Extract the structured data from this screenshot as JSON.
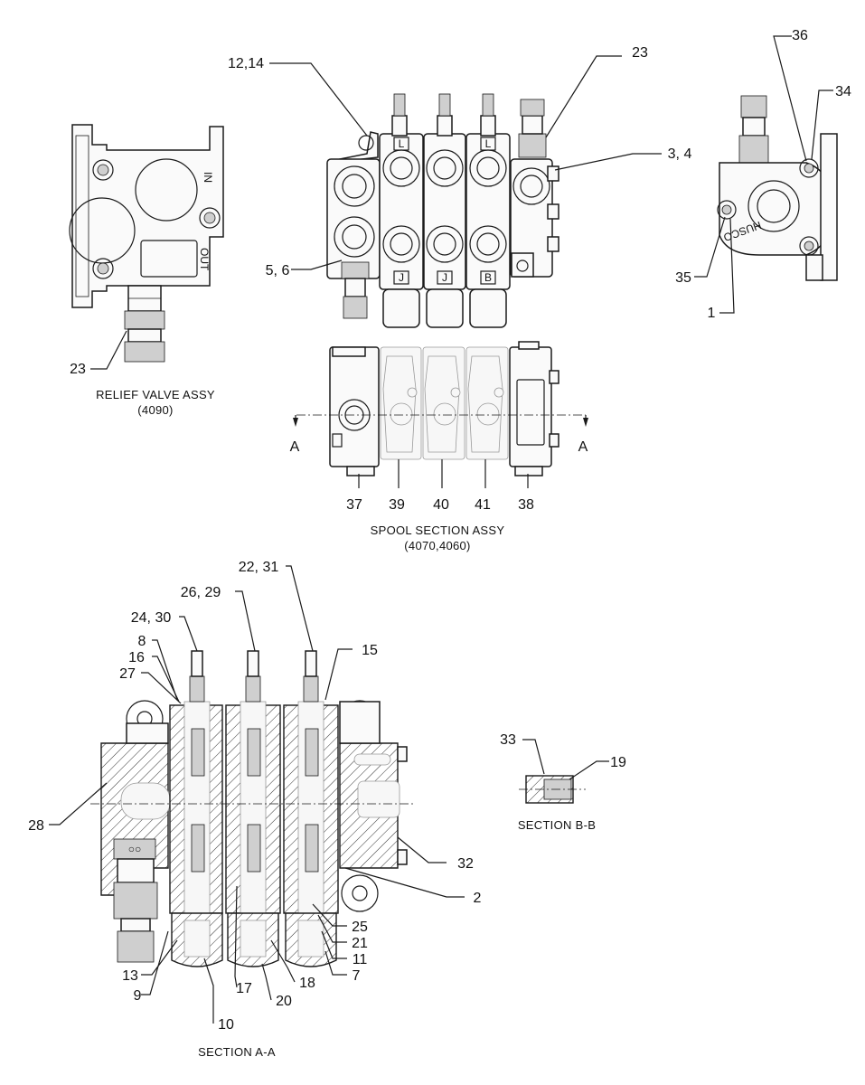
{
  "captions": {
    "relief_valve": "RELIEF VALVE ASSY",
    "relief_valve_code": "(4090)",
    "spool_section": "SPOOL SECTION ASSY",
    "spool_section_code": "(4070,4060)",
    "section_aa": "SECTION A-A",
    "section_bb": "SECTION B-B",
    "section_marker": "A"
  },
  "body_marks": {
    "in": "IN",
    "out": "OUT",
    "brand": "HUSCO",
    "spool_top": "L",
    "spool_bottom_1": "J",
    "spool_bottom_3": "B"
  },
  "callouts": {
    "c12_14": "12,14",
    "c23_top": "23",
    "c3_4": "3, 4",
    "c5_6": "5, 6",
    "c23_left": "23",
    "c36": "36",
    "c34": "34",
    "c35": "35",
    "c1": "1",
    "c37": "37",
    "c39": "39",
    "c40": "40",
    "c41": "41",
    "c38": "38",
    "c22_31": "22, 31",
    "c26_29": "26, 29",
    "c24_30": "24, 30",
    "c8": "8",
    "c16": "16",
    "c27": "27",
    "c15": "15",
    "c28": "28",
    "c32": "32",
    "c2": "2",
    "c25": "25",
    "c21": "21",
    "c11": "11",
    "c7": "7",
    "c13": "13",
    "c9": "9",
    "c17": "17",
    "c20": "20",
    "c18": "18",
    "c10": "10",
    "c33": "33",
    "c19": "19"
  }
}
